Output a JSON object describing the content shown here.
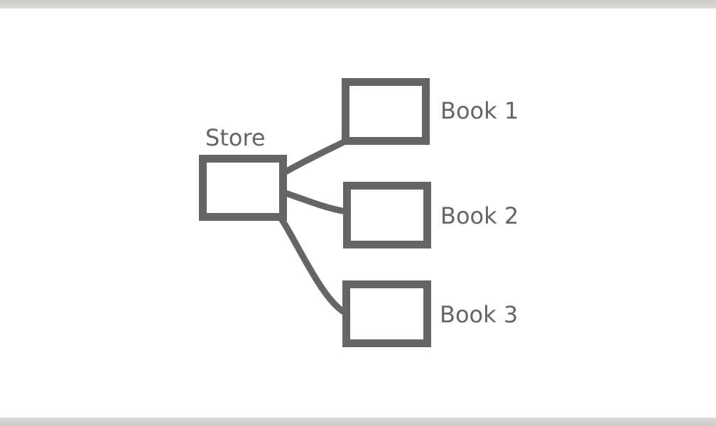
{
  "diagram": {
    "root": {
      "label": "Store"
    },
    "children": [
      {
        "label": "Book 1"
      },
      {
        "label": "Book 2"
      },
      {
        "label": "Book 3"
      }
    ],
    "colors": {
      "stroke": "#656565",
      "text": "#656565",
      "background": "#ffffff"
    }
  }
}
